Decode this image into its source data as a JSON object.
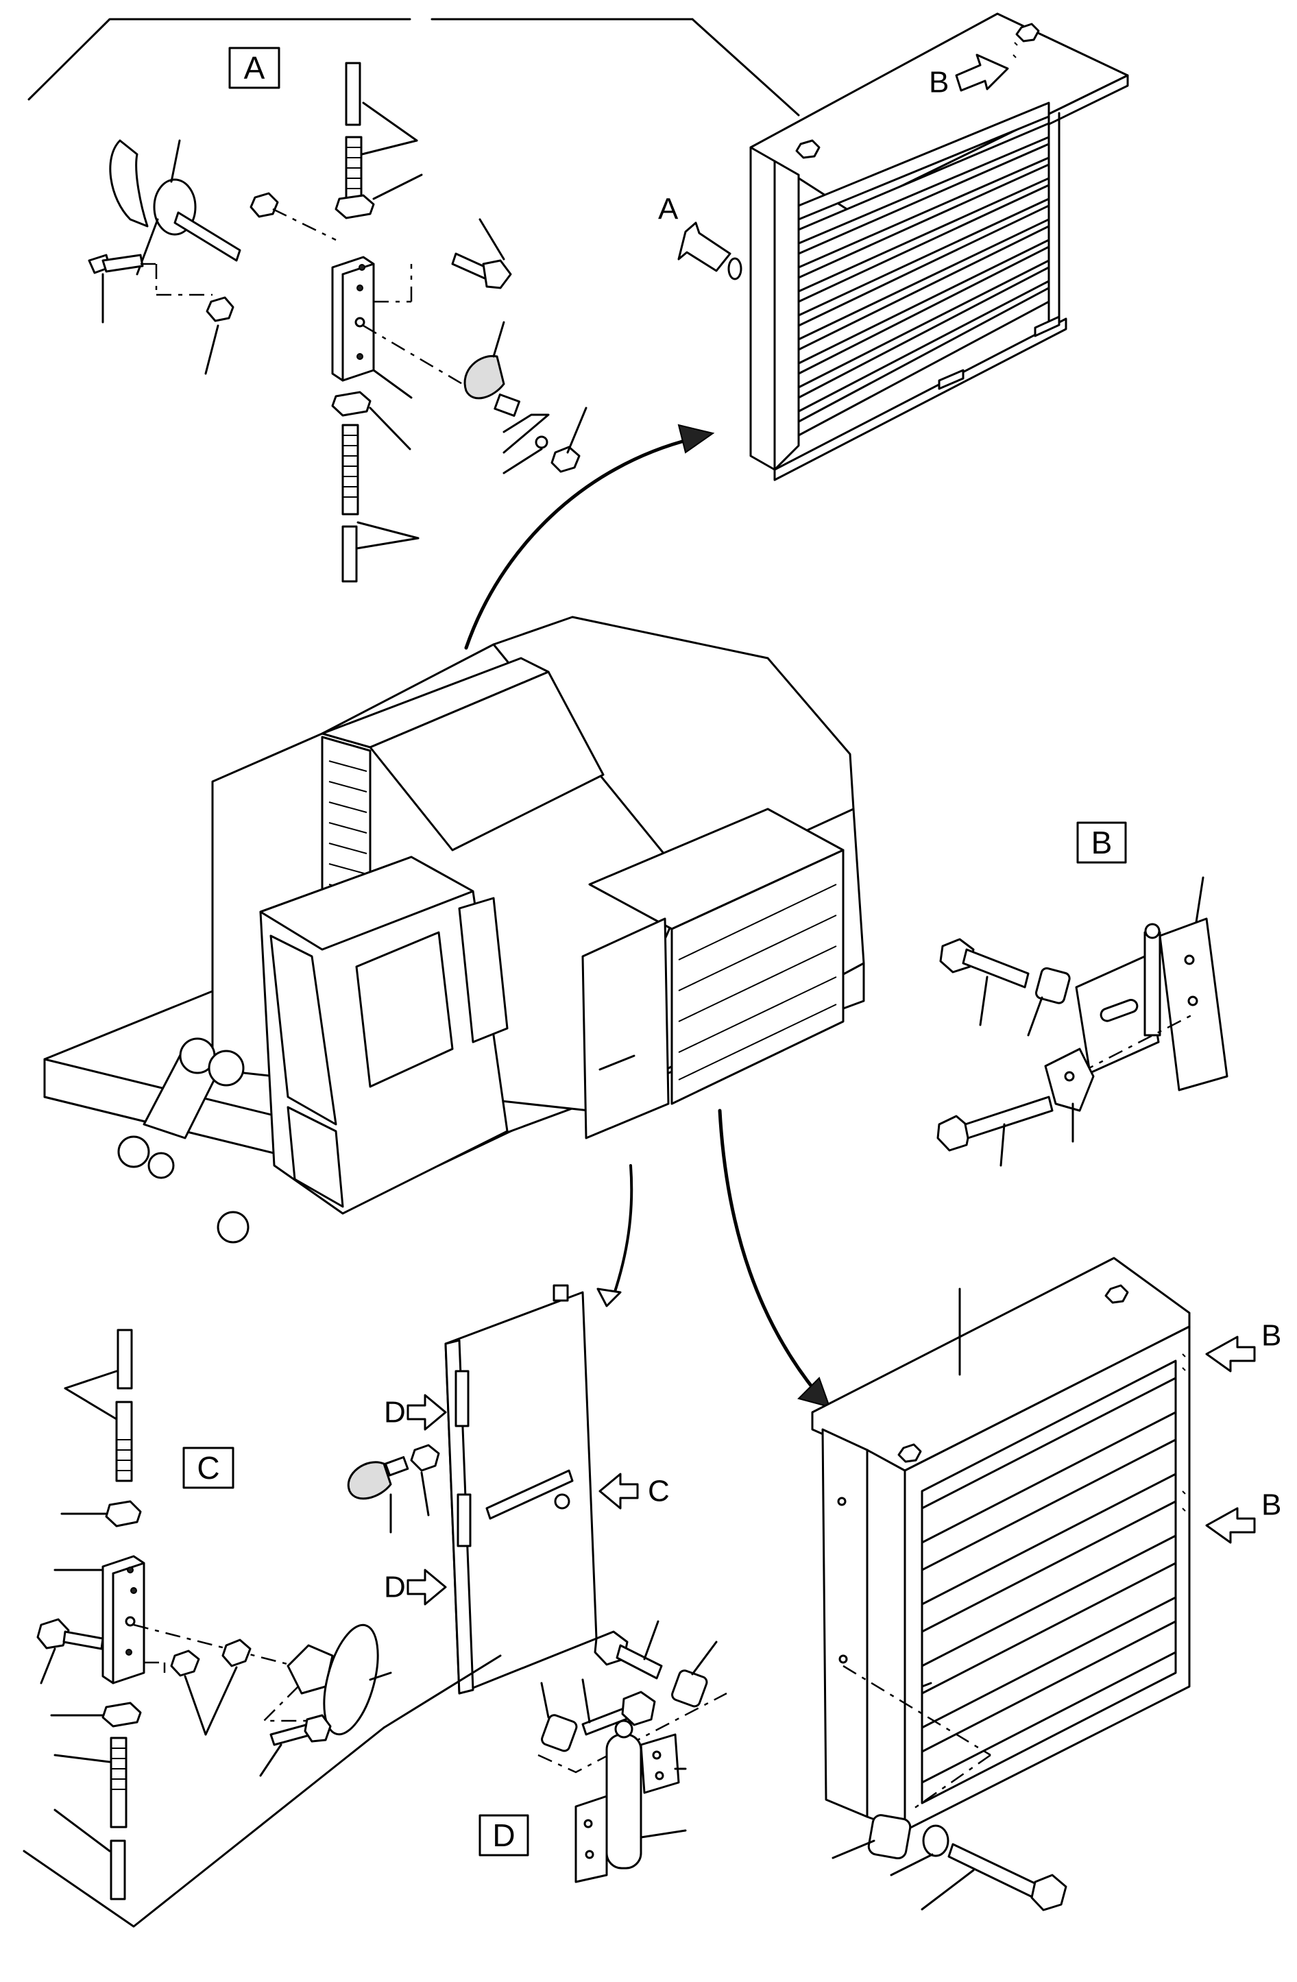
{
  "detail_boxes": [
    {
      "id": "box-a",
      "label": "A"
    },
    {
      "id": "box-b",
      "label": "B"
    },
    {
      "id": "box-c",
      "label": "C"
    },
    {
      "id": "box-d",
      "label": "D"
    }
  ],
  "pointer_labels": {
    "top_panel_b": "B",
    "top_panel_a": "A",
    "door_d_upper": "D",
    "door_c": "C",
    "door_d_lower": "D",
    "right_panel_b_upper": "B",
    "right_panel_b_lower": "B"
  }
}
